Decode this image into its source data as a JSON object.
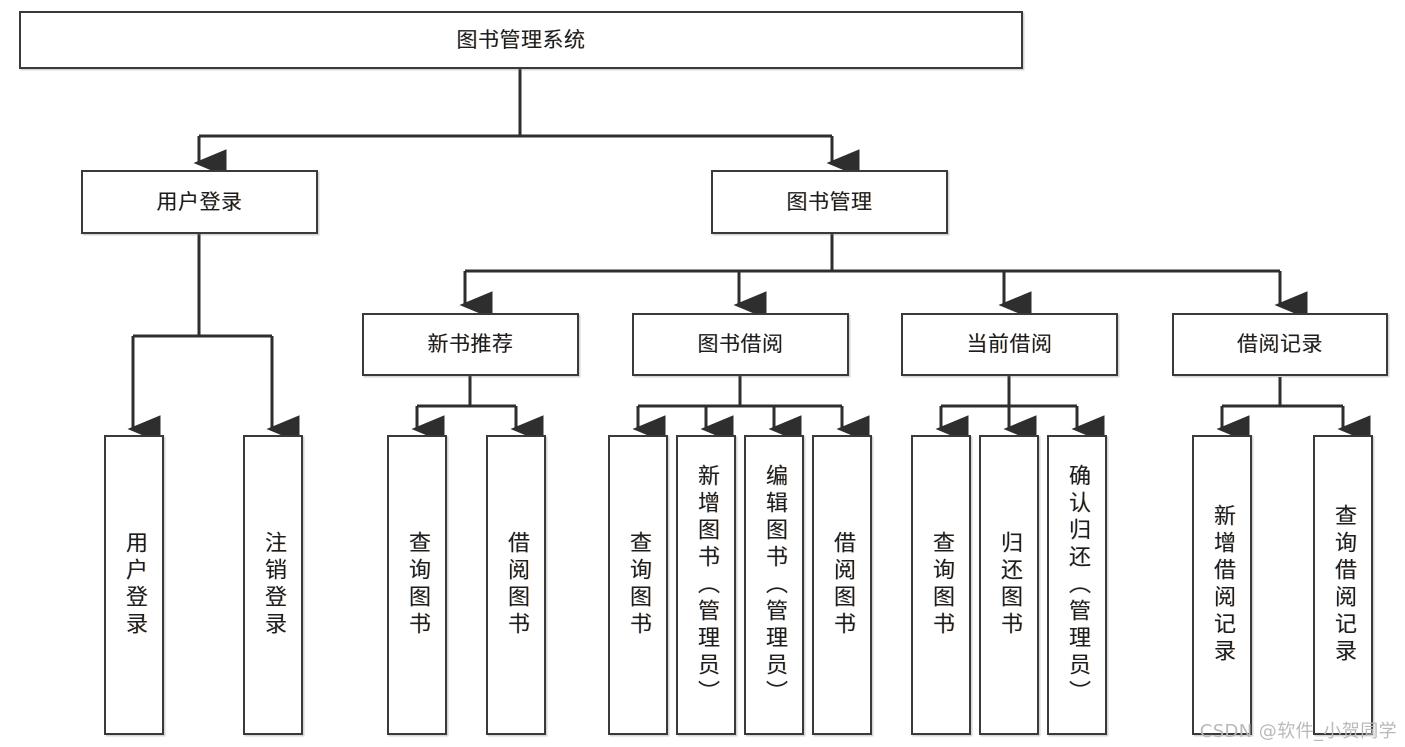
{
  "diagram": {
    "title": "图书管理系统",
    "type": "functional-structure-tree",
    "root": {
      "label": "图书管理系统"
    },
    "level1": [
      {
        "label": "用户登录"
      },
      {
        "label": "图书管理"
      }
    ],
    "level2": [
      {
        "label": "新书推荐"
      },
      {
        "label": "图书借阅"
      },
      {
        "label": "当前借阅"
      },
      {
        "label": "借阅记录"
      }
    ],
    "leaves": {
      "user_login": [
        {
          "label": "用户登录"
        },
        {
          "label": "注销登录"
        }
      ],
      "new_book_recommend": [
        {
          "label": "查询图书"
        },
        {
          "label": "借阅图书"
        }
      ],
      "book_borrow": [
        {
          "label": "查询图书"
        },
        {
          "label": "新增图书（管理员）"
        },
        {
          "label": "编辑图书（管理员）"
        },
        {
          "label": "借阅图书"
        }
      ],
      "current_borrow": [
        {
          "label": "查询图书"
        },
        {
          "label": "归还图书"
        },
        {
          "label": "确认归还（管理员）"
        }
      ],
      "borrow_records": [
        {
          "label": "新增借阅记录"
        },
        {
          "label": "查询借阅记录"
        }
      ]
    }
  },
  "watermark": {
    "text": "CSDN @软件_小贺同学"
  },
  "colors": {
    "stroke": "#3a3a3a",
    "fill": "#ffffff",
    "text": "#1d1d1d",
    "watermark": "#b9b9b9"
  }
}
